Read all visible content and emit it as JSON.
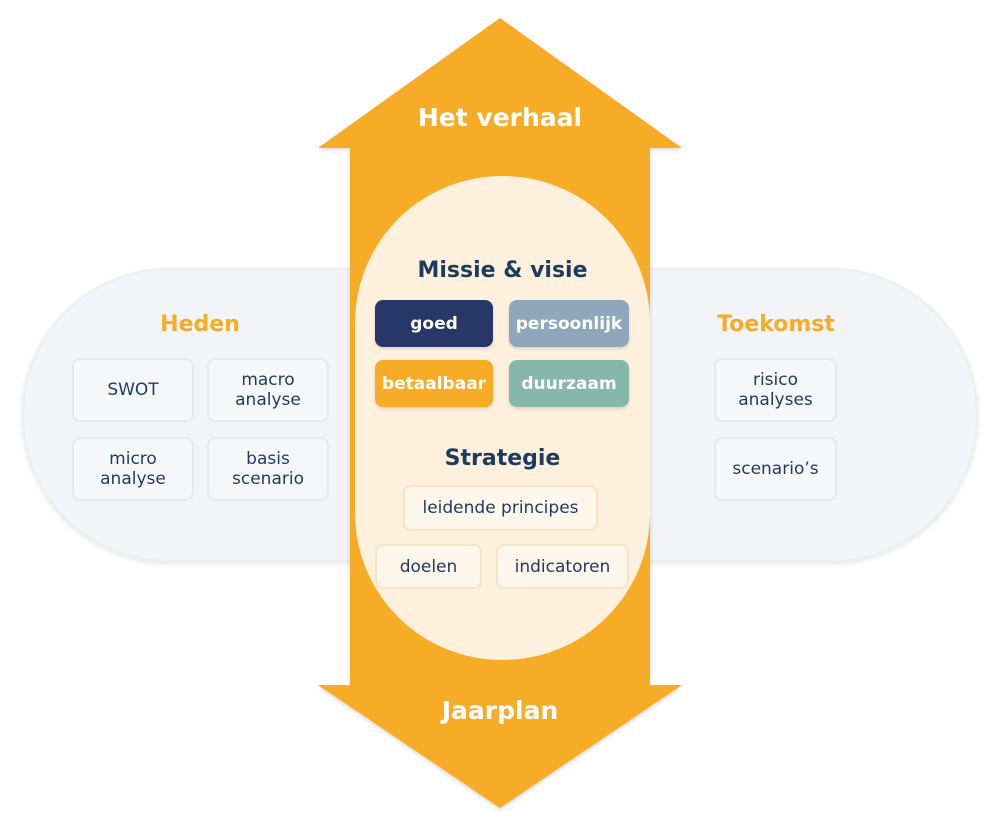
{
  "colors": {
    "accent_orange": "#f6ac25",
    "navy": "#1d3b5e",
    "chip_navy": "#273768",
    "chip_slate": "#8fa7ba",
    "chip_green": "#86b7a9",
    "pill_bg": "#f3f4f7",
    "center_bg": "#fdf0dd"
  },
  "arrow": {
    "top_label": "Het verhaal",
    "bottom_label": "Jaarplan"
  },
  "heden": {
    "title": "Heden",
    "items": [
      "SWOT",
      "macro\nanalyse",
      "micro\nanalyse",
      "basis\nscenario"
    ]
  },
  "toekomst": {
    "title": "Toekomst",
    "items": [
      "risico\nanalyses",
      "scenario’s"
    ]
  },
  "missie": {
    "title": "Missie & visie",
    "chips": [
      {
        "label": "goed",
        "icon": "none"
      },
      {
        "label": "persoonlijk",
        "icon": "none"
      },
      {
        "label": "betaalbaar",
        "icon": "none"
      },
      {
        "label": "duurzaam",
        "icon": "none"
      }
    ]
  },
  "strategie": {
    "title": "Strategie",
    "items": [
      "leidende principes",
      "doelen",
      "indicatoren"
    ]
  }
}
